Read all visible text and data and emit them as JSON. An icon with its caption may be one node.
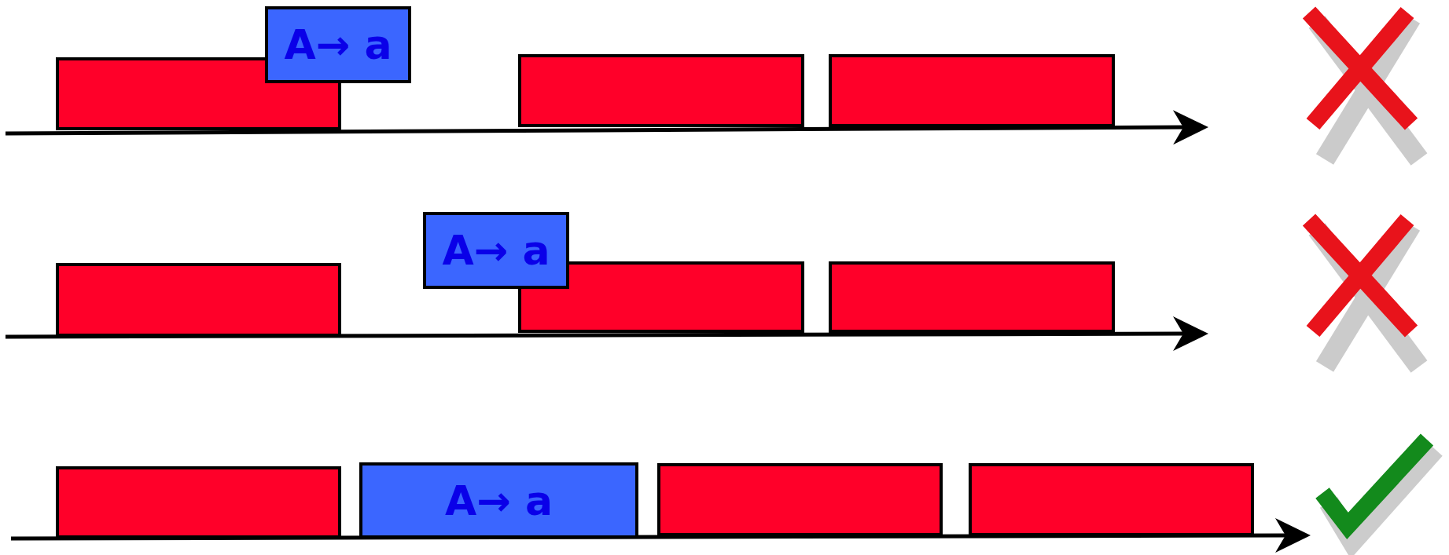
{
  "diagram": {
    "nodes": [
      {
        "text": [],
        "shape": "box"
      },
      {
        "text": [
          "A→ a"
        ]
      },
      {
        "text": [],
        "shape": "box"
      },
      {
        "text": [],
        "shape": "box"
      },
      {
        "text": [],
        "shape": "box"
      },
      {
        "text": [
          "A→ a"
        ]
      },
      {
        "text": [],
        "shape": "box"
      },
      {
        "text": [],
        "shape": "box"
      },
      {
        "text": [],
        "shape": "box"
      },
      {
        "text": [
          "A→ a"
        ]
      },
      {
        "text": [],
        "shape": "box"
      },
      {
        "text": [],
        "shape": "box"
      }
    ],
    "edges": []
  }
}
